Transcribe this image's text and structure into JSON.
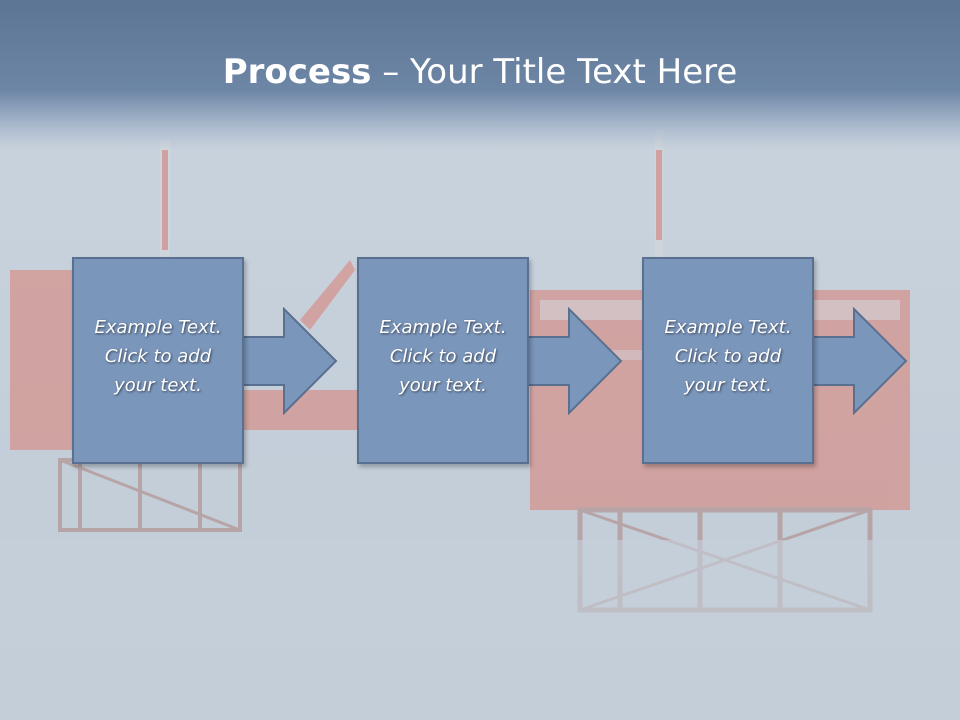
{
  "slide": {
    "title_bold": "Process",
    "title_rest": " – Your Title Text Here",
    "boxes": [
      {
        "lines": [
          "Example Text.",
          "Click  to add",
          "your text."
        ]
      },
      {
        "lines": [
          "Example Text.",
          "Click  to add",
          "your text."
        ]
      },
      {
        "lines": [
          "Example Text.",
          "Click  to add",
          "your text."
        ]
      }
    ]
  },
  "colors": {
    "title_band": "#6d86a6",
    "box_fill": "#7b96bb",
    "box_border": "#5a7090",
    "rig": "#e0503a",
    "sea": "#bfcad6"
  },
  "background_image": "offshore oil platform at sea"
}
